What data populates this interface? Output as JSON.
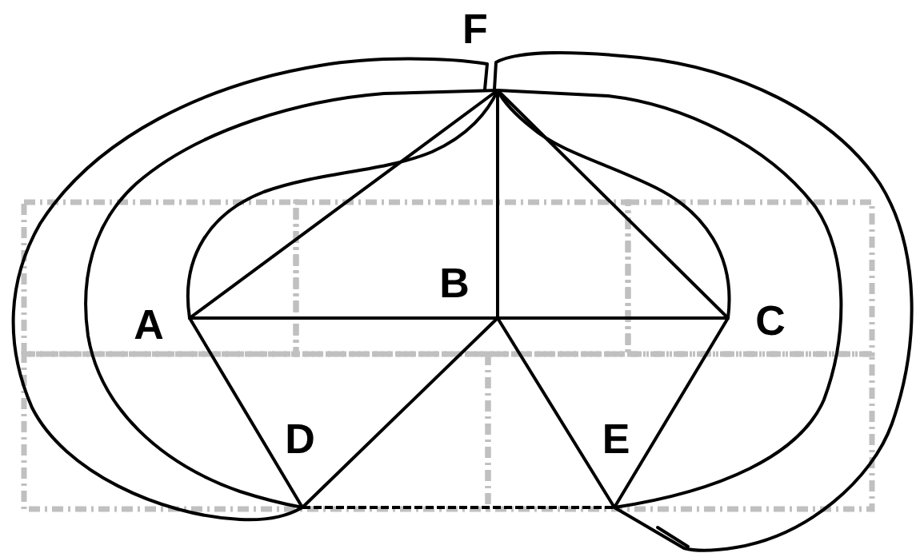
{
  "diagram": {
    "labels": [
      "F",
      "B",
      "A",
      "C",
      "D",
      "E"
    ]
  }
}
